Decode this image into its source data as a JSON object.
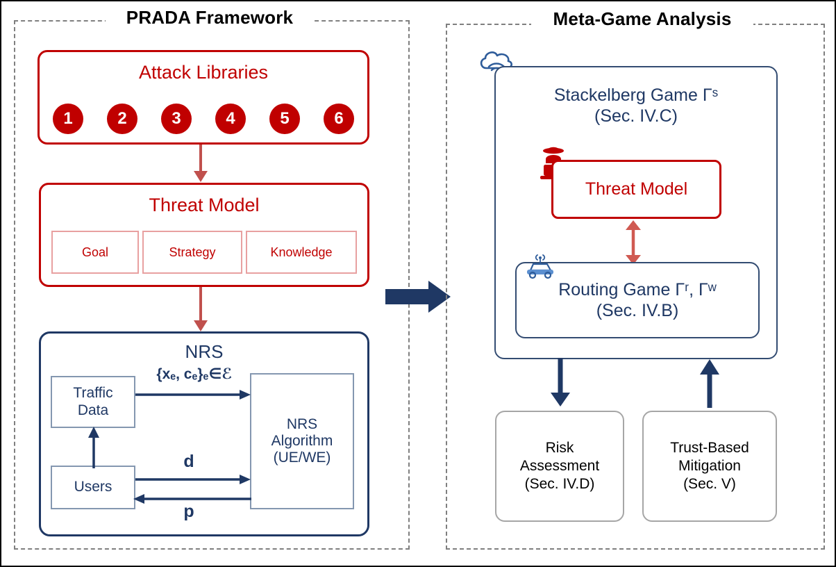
{
  "colors": {
    "red": "#C00000",
    "navy": "#1F3864",
    "steel": "#334C72",
    "gray_border": "#A6A6A6",
    "gray_blue": "#8497B0",
    "dashed": "#7F7F7F",
    "light_red": "#E8A0A0",
    "car_blue": "#2E5C9A"
  },
  "left_panel": {
    "title": "PRADA Framework",
    "attack_libraries": {
      "title": "Attack Libraries",
      "items": [
        "1",
        "2",
        "3",
        "4",
        "5",
        "6"
      ]
    },
    "threat_model": {
      "title": "Threat Model",
      "components": [
        "Goal",
        "Strategy",
        "Knowledge"
      ]
    },
    "nrs": {
      "title": "NRS",
      "traffic_data": "Traffic\nData",
      "traffic_data_line1": "Traffic",
      "traffic_data_line2": "Data",
      "users": "Users",
      "algorithm_line1": "NRS",
      "algorithm_line2": "Algorithm",
      "algorithm_line3": "(UE/WE)",
      "edge_flow_label": "{xₑ, cₑ}ₑ∈ℰ",
      "demand_label": "d",
      "price_label": "p"
    }
  },
  "right_panel": {
    "title": "Meta-Game Analysis",
    "stackelberg": {
      "line1": "Stackelberg Game Γˢ",
      "line2": "(Sec. IV.C)",
      "name_text": "Stackelberg Game",
      "symbol": "Γ",
      "superscript": "s",
      "section": "(Sec. IV.C)"
    },
    "threat_model": {
      "label": "Threat Model"
    },
    "routing": {
      "line1": "Routing Game Γʳ, Γʷ",
      "line2": "(Sec. IV.B)",
      "name_text": "Routing Game",
      "symbol1": "Γ",
      "superscript1": "r",
      "symbol2": "Γ",
      "superscript2": "w",
      "section": "(Sec. IV.B)"
    },
    "outputs": [
      {
        "line1": "Risk",
        "line2": "Assessment",
        "line3": "(Sec. IV.D)"
      },
      {
        "line1": "Trust-Based",
        "line2": "Mitigation",
        "line3": "(Sec. V)"
      }
    ]
  },
  "icons": {
    "cloud": "cloud-wifi-icon",
    "hacker": "hacker-icon",
    "car": "connected-car-icon",
    "transfer_arrow": "right-block-arrow"
  }
}
